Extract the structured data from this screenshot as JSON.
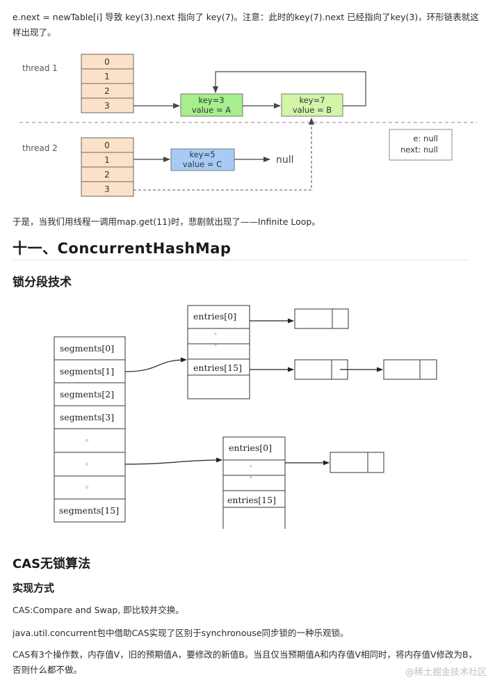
{
  "intro_text": "e.next = newTable[i] 导致 key(3).next 指向了 key(7)。注意：此时的key(7).next 已经指向了key(3)，环形链表就这样出现了。",
  "diagram1": {
    "threads": [
      {
        "label": "thread 1",
        "slots": [
          "0",
          "1",
          "2",
          "3"
        ]
      },
      {
        "label": "thread 2",
        "slots": [
          "0",
          "1",
          "2",
          "3"
        ]
      }
    ],
    "nodes": {
      "key3": {
        "line1": "key=3",
        "line2": "value = A"
      },
      "key7": {
        "line1": "key=7",
        "line2": "value = B"
      },
      "key5": {
        "line1": "key=5",
        "line2": "value = C"
      }
    },
    "null_label": "null",
    "side_note": {
      "line1": "e: null",
      "line2": "next: null"
    }
  },
  "loop_text": "于是，当我们用线程一调用map.get(11)时，悲剧就出现了——Infinite Loop。",
  "section_title": "十一、ConcurrentHashMap",
  "subtitle_lock": "锁分段技术",
  "diagram2": {
    "segments": [
      "segments[0]",
      "segments[1]",
      "segments[2]",
      "segments[3]",
      "◦",
      "◦",
      "◦",
      "segments[15]"
    ],
    "upper_entries": [
      "entries[0]",
      "◦",
      "◦",
      "entries[15]"
    ],
    "lower_entries": [
      "entries[0]",
      "◦",
      "◦",
      "entries[15]"
    ]
  },
  "cas_title": "CAS无锁算法",
  "impl_title": "实现方式",
  "cas_text_1": "CAS:Compare and Swap, 即比较并交换。",
  "cas_text_2": "java.util.concurrent包中借助CAS实现了区别于synchronouse同步锁的一种乐观锁。",
  "cas_text_3": "CAS有3个操作数，内存值V，旧的预期值A，要修改的新值B。当且仅当预期值A和内存值V相同时，将内存值V修改为B，否则什么都不做。",
  "watermark": "@稀土掘金技术社区",
  "colors": {
    "thread_slot": "#fbe1c8",
    "node_green": "#a6ee8e",
    "node_lightgreen": "#d2f5a8",
    "node_blue": "#a6cbf7"
  }
}
